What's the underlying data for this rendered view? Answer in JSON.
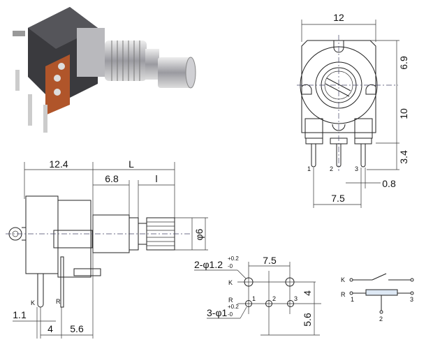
{
  "front_view": {
    "width": "12",
    "upper_height": "6.9",
    "lower_height": "10",
    "pin_length": "3.4",
    "pin_width": "0.8",
    "pin_pitch": "7.5",
    "pin_labels": [
      "1",
      "2",
      "3"
    ]
  },
  "side_view": {
    "body_depth": "12.4",
    "shaft_length": "L",
    "bushing_length": "6.8",
    "knurl_length": "l",
    "shaft_diameter": "φ6",
    "pin_offset": "1.1",
    "pin_spacing": "4",
    "pin_to_face": "5.6",
    "pin_labels": [
      "K",
      "R"
    ]
  },
  "hole_pattern": {
    "switch_holes": "2-φ1.2",
    "switch_tol_plus": "+0.2",
    "switch_tol_minus": "-0",
    "pot_holes": "3-φ1",
    "pot_tol_plus": "+0.2",
    "pot_tol_minus": "-0",
    "pitch": "7.5",
    "row_spacing": "4",
    "edge_distance": "5.6",
    "row_labels": [
      "K",
      "R"
    ],
    "pin_labels": [
      "1",
      "2",
      "3"
    ]
  },
  "schematic": {
    "switch_label": "K",
    "resistor_label": "R",
    "terminal_labels": [
      "1",
      "2",
      "3"
    ]
  },
  "colors": {
    "terminal": "#b0552a",
    "metal": "#c8c8cc",
    "body": "#3a3a3e"
  }
}
